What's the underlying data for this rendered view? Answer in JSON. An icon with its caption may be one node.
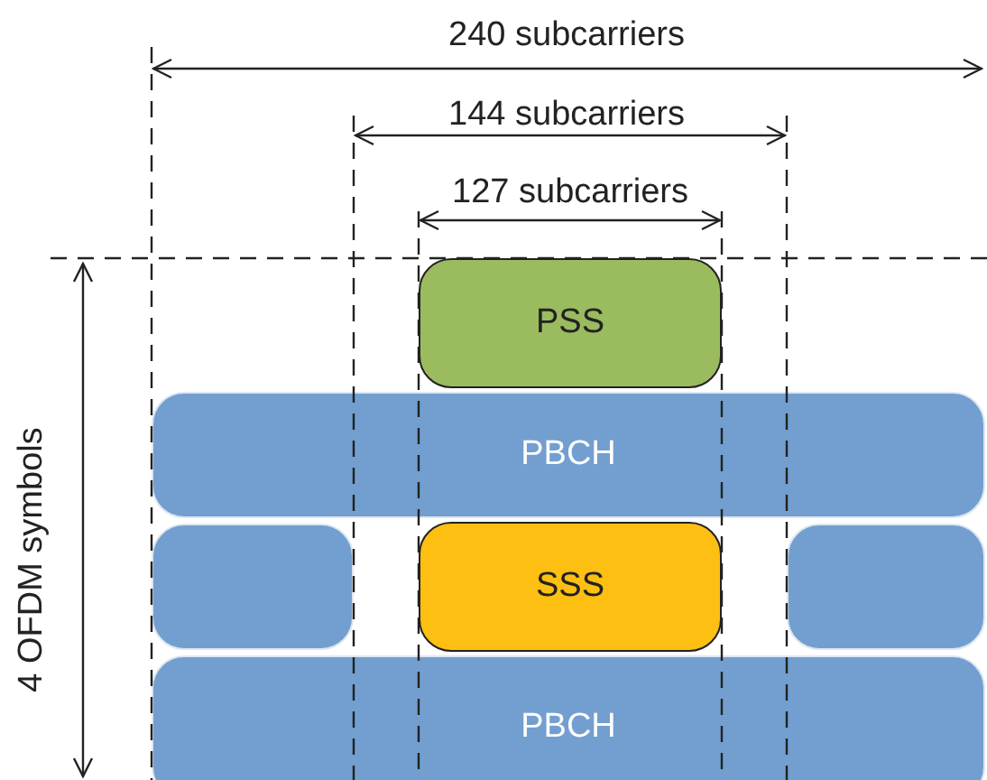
{
  "diagram": {
    "nodes": [
      {
        "text": [
          "PSS"
        ]
      },
      {
        "text": [
          "PBCH"
        ]
      },
      {
        "text": [],
        "shape": "box"
      },
      {
        "text": [
          "SSS"
        ]
      },
      {
        "text": [],
        "shape": "box"
      },
      {
        "text": [
          "PBCH"
        ]
      }
    ],
    "labels": [
      "240 subcarriers",
      "144 subcarriers",
      "127 subcarriers",
      "4 OFDM symbols"
    ]
  }
}
